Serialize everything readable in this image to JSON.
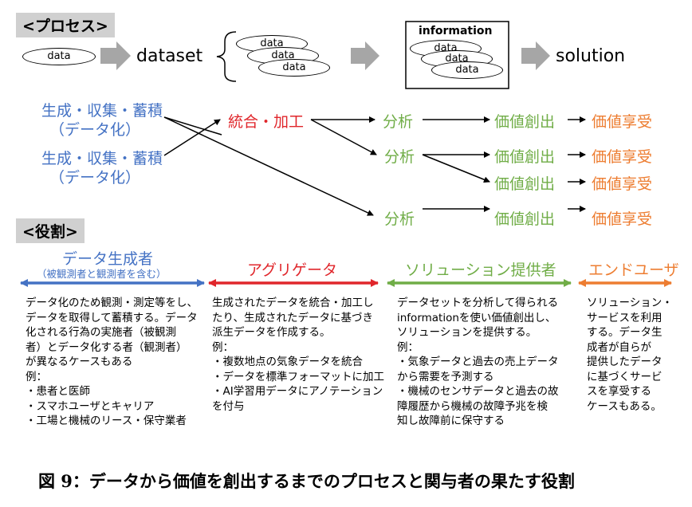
{
  "process_label": "<プロセス>",
  "roles_label": "<役割>",
  "flow": {
    "data": "data",
    "dataset": "dataset",
    "information": "information",
    "solution": "solution"
  },
  "stages": {
    "collect": "生成・収集・蓄積",
    "datafy": "（データ化）",
    "integrate": "統合・加工",
    "analyze": "分析",
    "create": "価値創出",
    "enjoy": "価値享受"
  },
  "roles": [
    {
      "title": "データ生成者",
      "subtitle": "（被観測者と観測者を含む）",
      "lines": [
        "データ化のため観測・測定等をし、",
        "データを取得して蓄積する。データ",
        "化される行為の実施者（被観測",
        "者）とデータ化する者（観測者）",
        "が異なるケースもある",
        "例：",
        "・患者と医師",
        "・スマホユーザとキャリア",
        "・工場と機械のリース・保守業者"
      ]
    },
    {
      "title": "アグリゲータ",
      "lines": [
        "生成されたデータを統合・加工し",
        "たり、生成されたデータに基づき",
        "派生データを作成する。",
        "例：",
        "・複数地点の気象データを統合",
        "・データを標準フォーマットに加工",
        "・AI学習用データにアノテーション",
        "を付与"
      ]
    },
    {
      "title": "ソリューション提供者",
      "lines": [
        "データセットを分析して得られる",
        "informationを使い価値創出し、",
        "ソリューションを提供する。",
        "例：",
        "・気象データと過去の売上データ",
        "から需要を予測する",
        "・機械のセンサデータと過去の故",
        "障履歴から機械の故障予兆を検",
        "知し故障前に保守する"
      ]
    },
    {
      "title": "エンドユーザ",
      "lines": [
        "ソリューション・",
        "サービスを利用",
        "する。データ生",
        "成者が自らが",
        "提供したデータ",
        "に基づくサービ",
        "スを享受する",
        "ケースもある。"
      ]
    }
  ],
  "caption": "図 9：データから価値を創出するまでのプロセスと関与者の果たす役割",
  "colors": {
    "blue": "#4472c4",
    "red": "#e0262b",
    "green": "#70ad47",
    "orange": "#ed7d31",
    "gray": "#a6a6a6"
  }
}
